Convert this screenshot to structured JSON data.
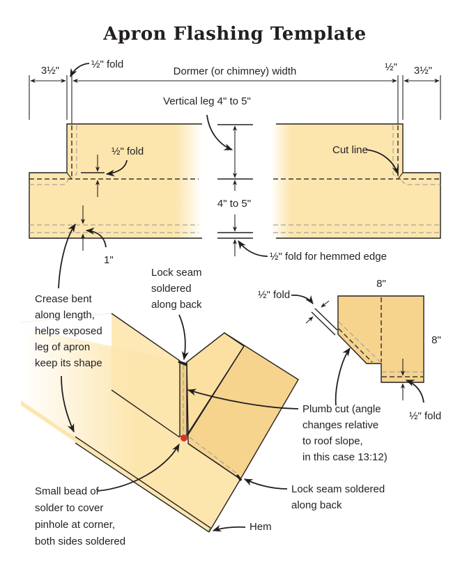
{
  "title": "Apron Flashing Template",
  "colors": {
    "sheet_metal": "#fde6ae",
    "sheet_metal_shaded": "#f6d48e",
    "ink": "#231f20",
    "fold_line_dark": "#3a3433",
    "fold_line_light": "#a8a39c",
    "solder_bead": "#d9342b"
  },
  "template_view": {
    "dim_left_extension": "3½\"",
    "dim_left_fold": "½\" fold",
    "dim_dormer_width": "Dormer (or chimney) width",
    "dim_right_fold": "½\"",
    "dim_right_extension": "3½\"",
    "label_vertical_leg": "Vertical leg 4\" to 5\"",
    "label_fold_inner": "½\" fold",
    "label_cut_line": "Cut line",
    "label_apron_depth": "4\" to 5\"",
    "label_hem_fold": "½\" fold for hemmed edge",
    "label_crease_offset": "1\""
  },
  "cheek_piece": {
    "dim_width": "8\"",
    "dim_height": "8\"",
    "label_plumb_fold": "½\" fold",
    "label_bottom_fold": "½\" fold"
  },
  "assembled_view": {
    "label_lock_seam_top": [
      "Lock seam",
      "soldered",
      "along back"
    ],
    "label_crease": [
      "Crease bent",
      "along length,",
      "helps exposed",
      "leg of apron",
      "keep its shape"
    ],
    "label_plumb_cut": [
      "Plumb cut (angle",
      "changes relative",
      "to roof slope,",
      "in this case 13:12)"
    ],
    "label_lock_seam_bottom": [
      "Lock seam soldered",
      "along back"
    ],
    "label_solder_bead": [
      "Small bead of",
      "solder to cover",
      "pinhole at corner,",
      "both sides soldered"
    ],
    "label_hem": "Hem"
  },
  "icons": {
    "arrowhead": "arrowhead-icon",
    "solder_dot": "solder-bead-icon"
  }
}
